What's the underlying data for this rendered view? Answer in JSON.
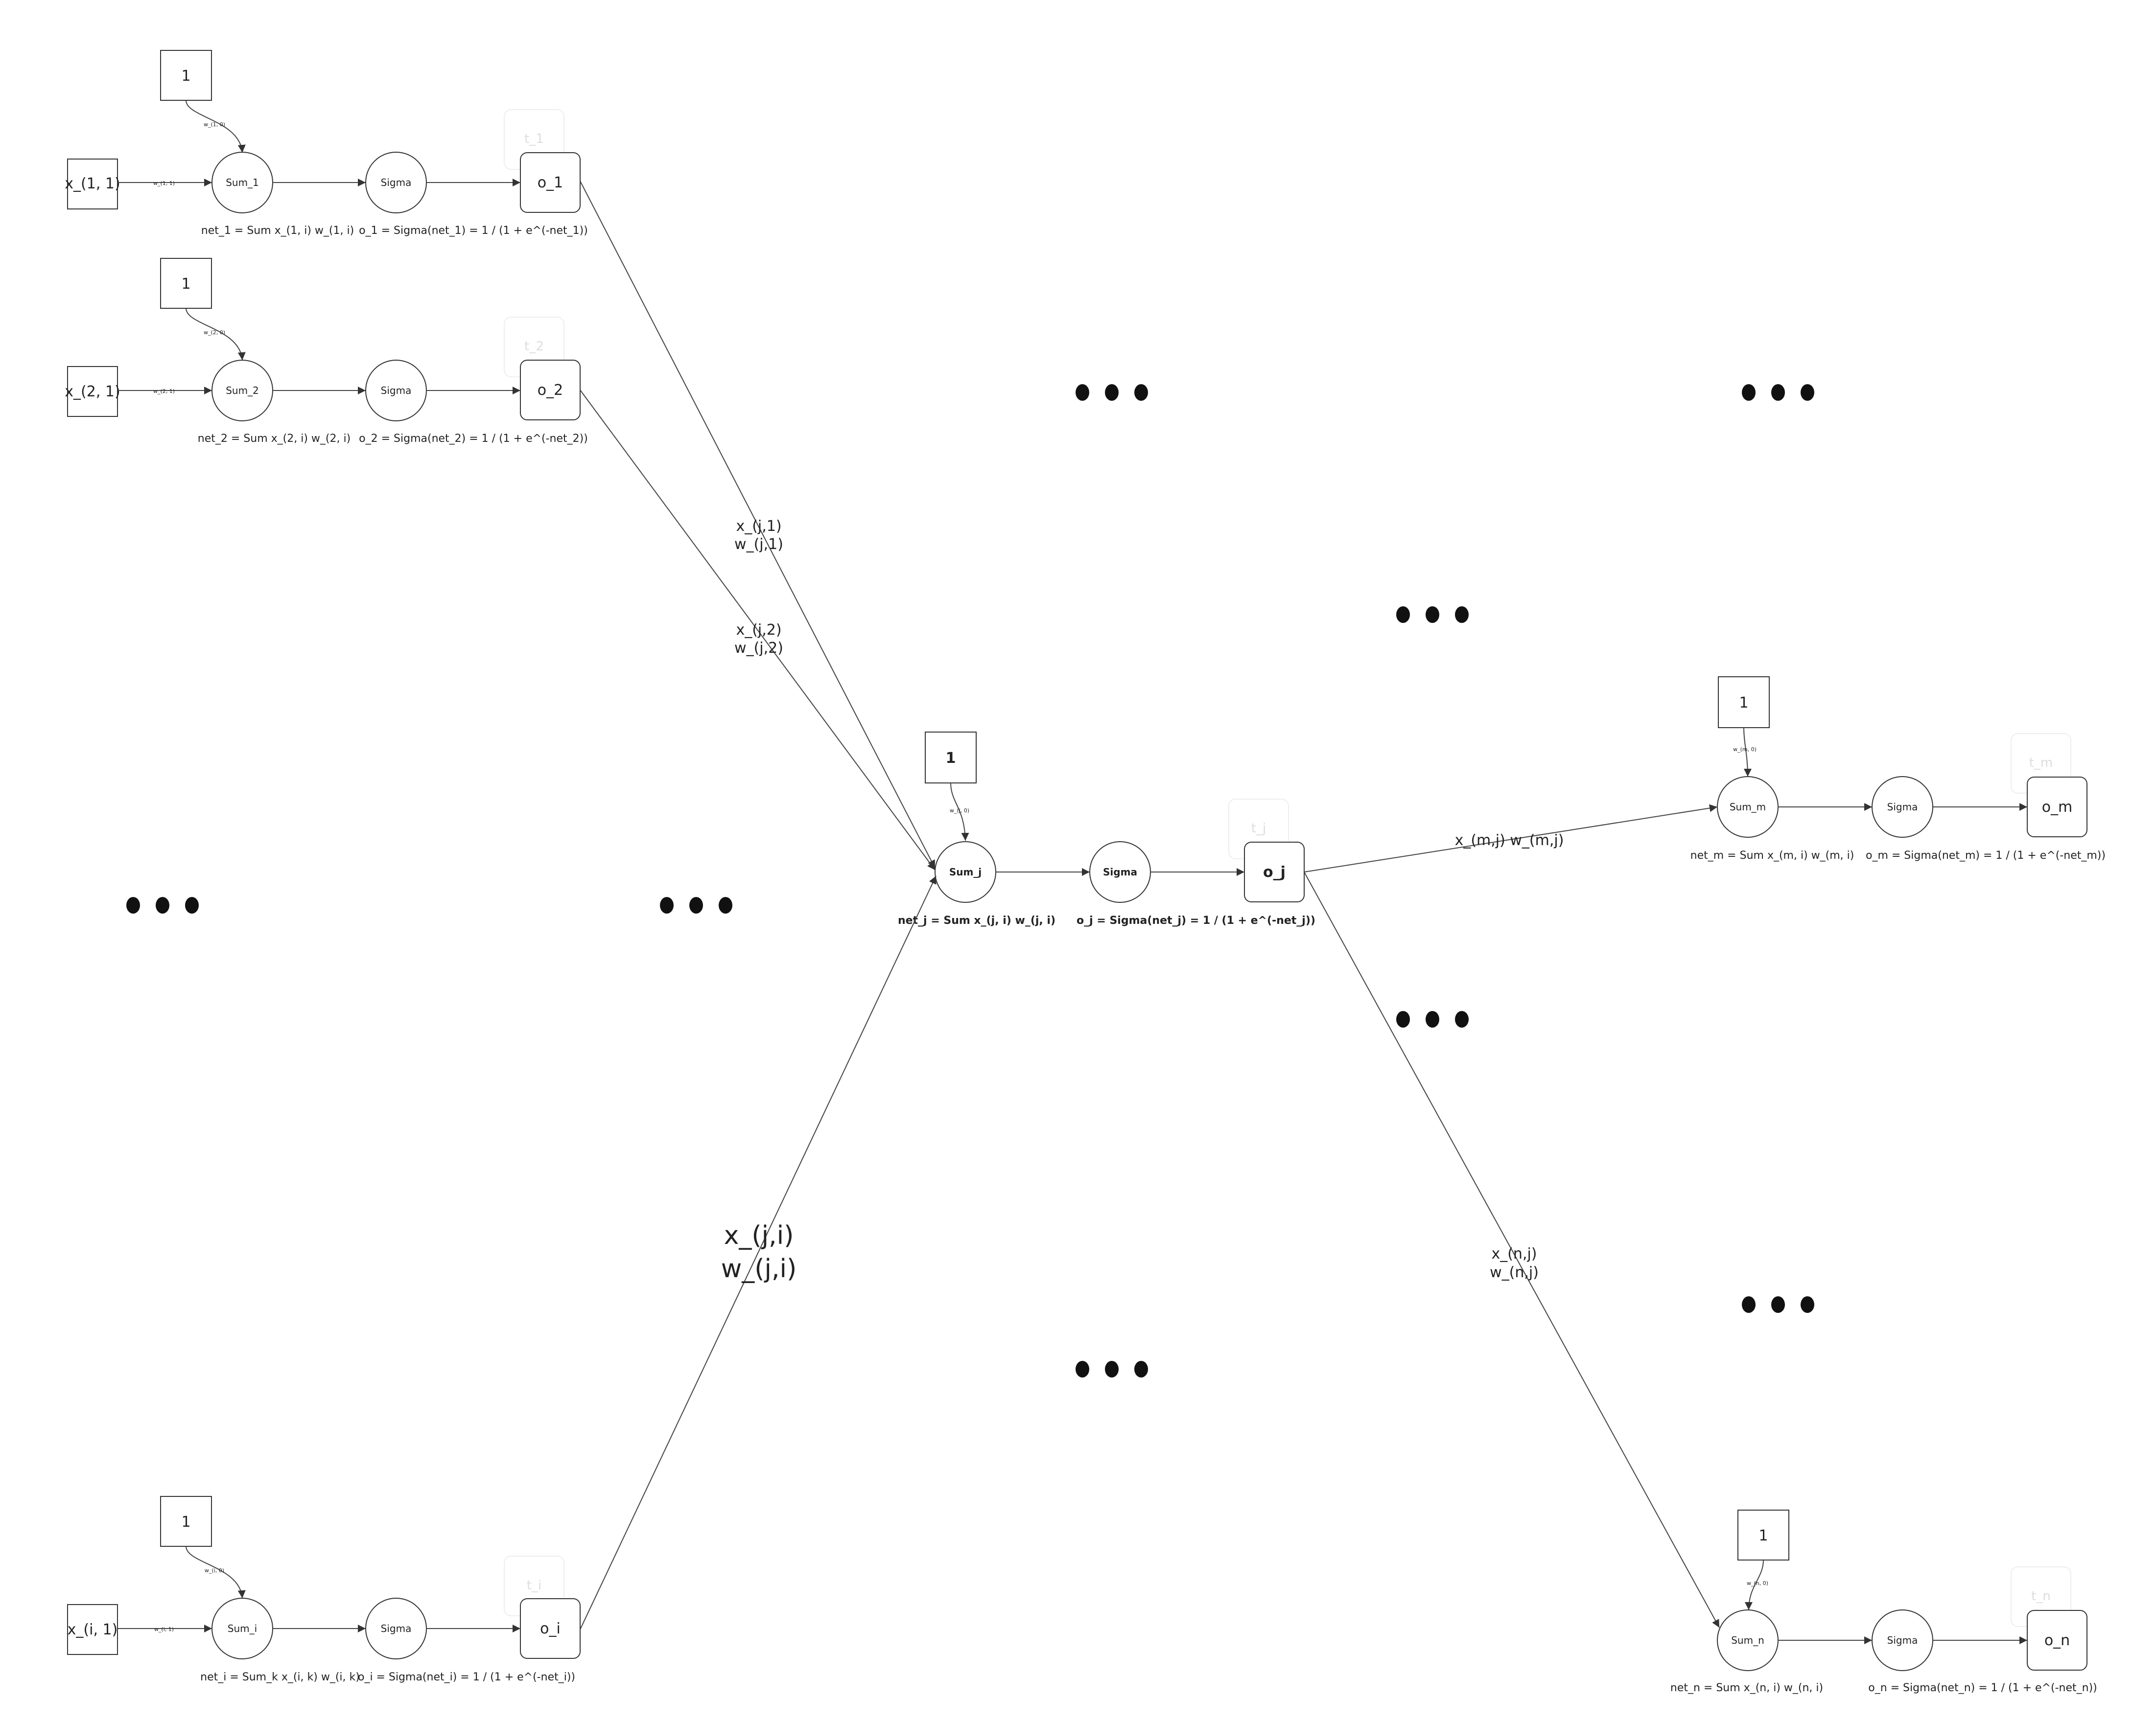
{
  "colors": {
    "stroke": "#333333",
    "text": "#222222",
    "ghost": "#dddddd",
    "dots": "#111111"
  },
  "neurons": {
    "n1": {
      "bias": "1",
      "weight0": "w_(1, 0)",
      "input": "x_(1, 1)",
      "weight1": "w_(1, 1)",
      "sum": "Sum_1",
      "sigma": "Sigma",
      "target": "t_1",
      "output": "o_1",
      "net_formula": "net_1 = Sum x_(1, i) w_(1, i)",
      "out_formula": "o_1 = Sigma(net_1) = 1 / (1 + e^(-net_1))"
    },
    "n2": {
      "bias": "1",
      "weight0": "w_(2, 0)",
      "input": "x_(2, 1)",
      "weight1": "w_(2, 1)",
      "sum": "Sum_2",
      "sigma": "Sigma",
      "target": "t_2",
      "output": "o_2",
      "net_formula": "net_2 = Sum x_(2, i) w_(2, i)",
      "out_formula": "o_2 = Sigma(net_2) = 1 / (1 + e^(-net_2))"
    },
    "ni": {
      "bias": "1",
      "weight0": "w_(i, 0)",
      "input": "x_(i, 1)",
      "weight1": "w_(i, 1)",
      "sum": "Sum_i",
      "sigma": "Sigma",
      "target": "t_i",
      "output": "o_i",
      "net_formula": "net_i = Sum_k x_(i, k) w_(i, k)",
      "out_formula": "o_i = Sigma(net_i) = 1 / (1 + e^(-net_i))"
    },
    "nj": {
      "bias": "1",
      "weight0": "w_(j, 0)",
      "sum": "Sum_j",
      "sigma": "Sigma",
      "target": "t_j",
      "output": "o_j",
      "net_formula": "net_j = Sum x_(j, i) w_(j, i)",
      "out_formula": "o_j = Sigma(net_j) = 1 / (1 + e^(-net_j))"
    },
    "nm": {
      "bias": "1",
      "weight0": "w_(m, 0)",
      "sum": "Sum_m",
      "sigma": "Sigma",
      "target": "t_m",
      "output": "o_m",
      "net_formula": "net_m = Sum x_(m, i) w_(m, i)",
      "out_formula": "o_m = Sigma(net_m) = 1 / (1 + e^(-net_m))"
    },
    "nn": {
      "bias": "1",
      "weight0": "w_(n, 0)",
      "sum": "Sum_n",
      "sigma": "Sigma",
      "target": "t_n",
      "output": "o_n",
      "net_formula": "net_n = Sum x_(n, i) w_(n, i)",
      "out_formula": "o_n = Sigma(net_n) = 1 / (1 + e^(-net_n))"
    }
  },
  "connections": {
    "c1": {
      "x": "x_(j,1)",
      "w": "w_(j,1)"
    },
    "c2": {
      "x": "x_(j,2)",
      "w": "w_(j,2)"
    },
    "ci": {
      "x": "x_(j,i)",
      "w": "w_(j,i)"
    },
    "cm": {
      "label": "x_(m,j) w_(m,j)"
    },
    "cn": {
      "x": "x_(n,j)",
      "w": "w_(n,j)"
    }
  }
}
